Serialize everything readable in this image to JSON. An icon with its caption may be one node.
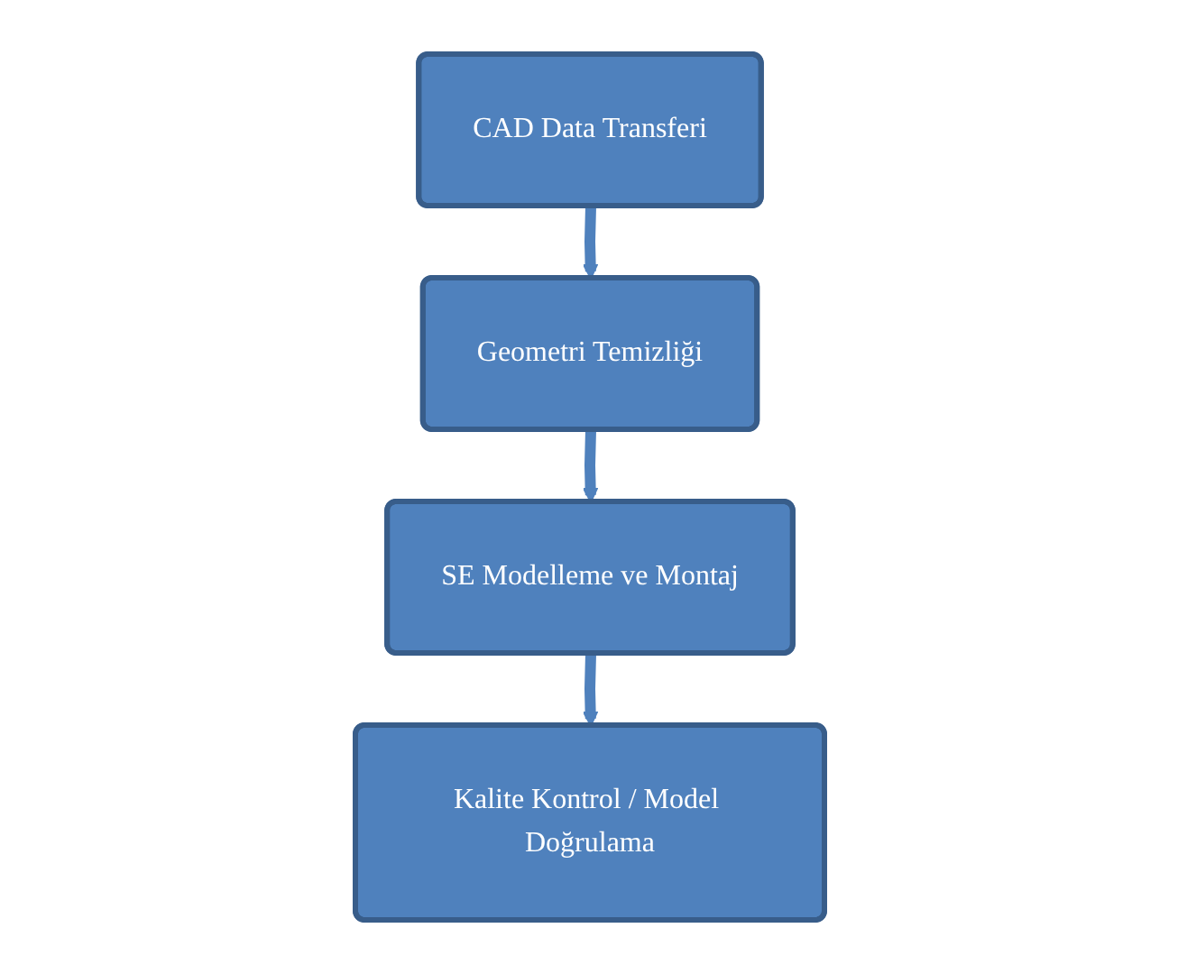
{
  "diagram": {
    "nodes": [
      {
        "text": [
          "CAD Data Transferi"
        ]
      },
      {
        "text": [
          "Geometri Temizliği"
        ]
      },
      {
        "text": [
          "SE Modelleme ve Montaj"
        ]
      },
      {
        "text": [
          "Kalite Kontrol / Model Doğrulama"
        ]
      }
    ],
    "edges": [
      {
        "from": 0,
        "to": 1,
        "arrow": "to"
      },
      {
        "from": 1,
        "to": 2,
        "arrow": "to"
      },
      {
        "from": 2,
        "to": 3,
        "arrow": "to"
      }
    ]
  }
}
